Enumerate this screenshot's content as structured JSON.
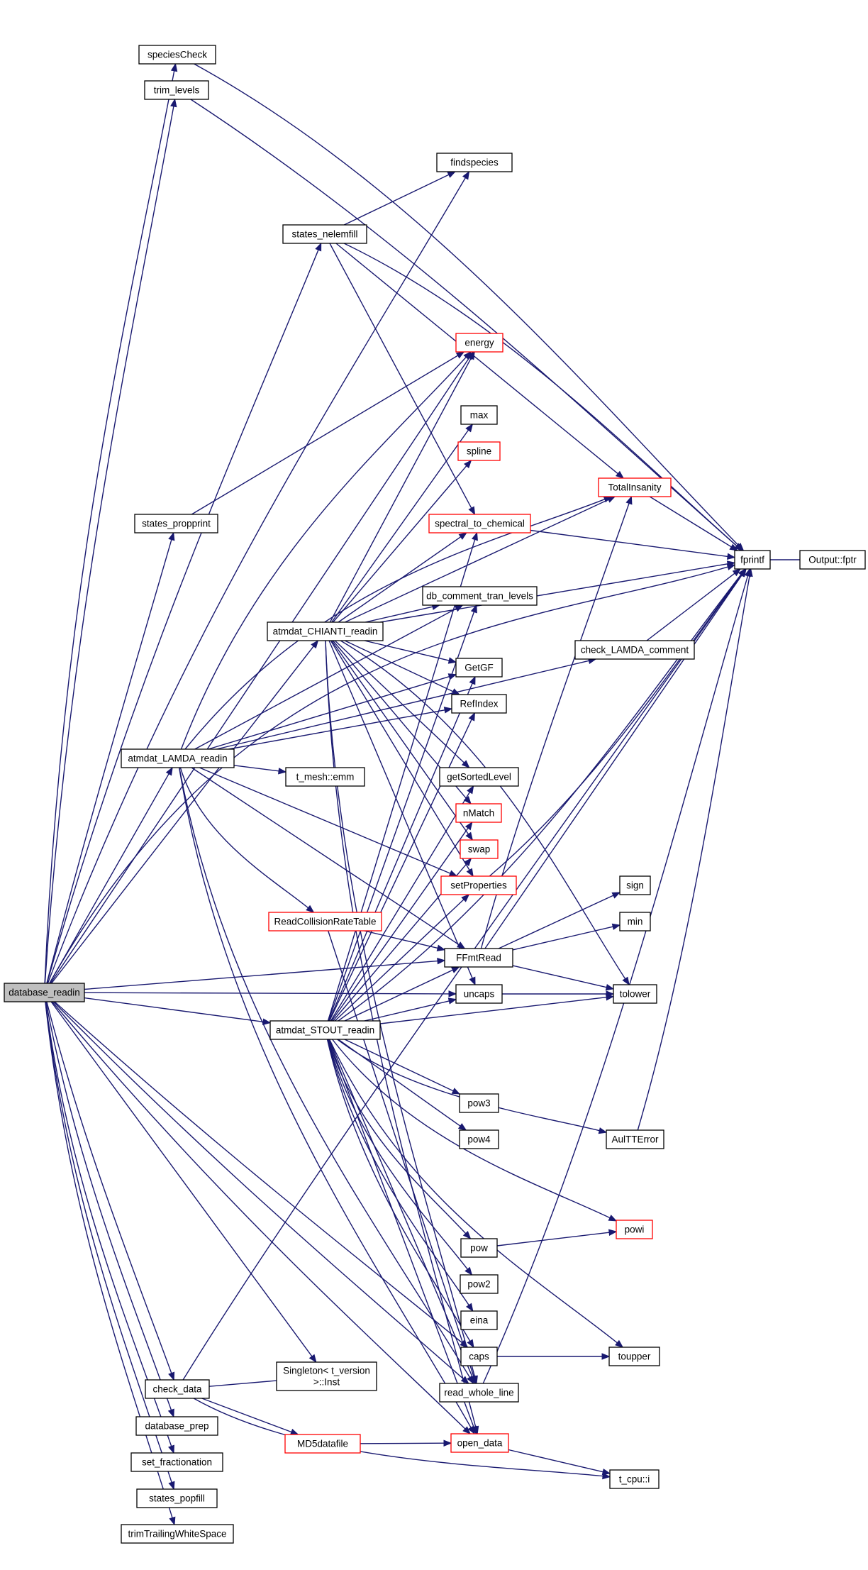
{
  "nodes": [
    {
      "id": "database_readin",
      "lines": [
        "database_readin"
      ],
      "root": true
    },
    {
      "id": "speciesCheck",
      "lines": [
        "speciesCheck"
      ]
    },
    {
      "id": "trim_levels",
      "lines": [
        "trim_levels"
      ]
    },
    {
      "id": "findspecies",
      "lines": [
        "findspecies"
      ]
    },
    {
      "id": "states_nelemfill",
      "lines": [
        "states_nelemfill"
      ]
    },
    {
      "id": "energy",
      "lines": [
        "energy"
      ],
      "red": true
    },
    {
      "id": "max",
      "lines": [
        "max"
      ]
    },
    {
      "id": "spline",
      "lines": [
        "spline"
      ],
      "red": true
    },
    {
      "id": "TotalInsanity",
      "lines": [
        "TotalInsanity"
      ],
      "red": true
    },
    {
      "id": "spectral_to_chemical",
      "lines": [
        "spectral_to_chemical"
      ],
      "red": true
    },
    {
      "id": "fprintf",
      "lines": [
        "fprintf"
      ]
    },
    {
      "id": "Output_fptr",
      "lines": [
        "Output::fptr"
      ]
    },
    {
      "id": "states_propprint",
      "lines": [
        "states_propprint"
      ]
    },
    {
      "id": "db_comment_tran_levels",
      "lines": [
        "db_comment_tran_levels"
      ]
    },
    {
      "id": "atmdat_CHIANTI_readin",
      "lines": [
        "atmdat_CHIANTI_readin"
      ]
    },
    {
      "id": "check_LAMDA_comment",
      "lines": [
        "check_LAMDA_comment"
      ]
    },
    {
      "id": "GetGF",
      "lines": [
        "GetGF"
      ]
    },
    {
      "id": "RefIndex",
      "lines": [
        "RefIndex"
      ]
    },
    {
      "id": "atmdat_LAMDA_readin",
      "lines": [
        "atmdat_LAMDA_readin"
      ]
    },
    {
      "id": "t_mesh_emm",
      "lines": [
        "t_mesh::emm"
      ]
    },
    {
      "id": "getSortedLevel",
      "lines": [
        "getSortedLevel"
      ]
    },
    {
      "id": "nMatch",
      "lines": [
        "nMatch"
      ],
      "red": true
    },
    {
      "id": "swap",
      "lines": [
        "swap"
      ],
      "red": true
    },
    {
      "id": "setProperties",
      "lines": [
        "setProperties"
      ],
      "red": true
    },
    {
      "id": "sign",
      "lines": [
        "sign"
      ]
    },
    {
      "id": "ReadCollisionRateTable",
      "lines": [
        "ReadCollisionRateTable"
      ],
      "red": true
    },
    {
      "id": "min",
      "lines": [
        "min"
      ]
    },
    {
      "id": "FFmtRead",
      "lines": [
        "FFmtRead"
      ]
    },
    {
      "id": "uncaps",
      "lines": [
        "uncaps"
      ]
    },
    {
      "id": "tolower",
      "lines": [
        "tolower"
      ]
    },
    {
      "id": "atmdat_STOUT_readin",
      "lines": [
        "atmdat_STOUT_readin"
      ]
    },
    {
      "id": "pow3",
      "lines": [
        "pow3"
      ]
    },
    {
      "id": "pow4",
      "lines": [
        "pow4"
      ]
    },
    {
      "id": "AulTTError",
      "lines": [
        "AulTTError"
      ]
    },
    {
      "id": "powi",
      "lines": [
        "powi"
      ],
      "red": true
    },
    {
      "id": "pow",
      "lines": [
        "pow"
      ]
    },
    {
      "id": "pow2",
      "lines": [
        "pow2"
      ]
    },
    {
      "id": "eina",
      "lines": [
        "eina"
      ]
    },
    {
      "id": "caps",
      "lines": [
        "caps"
      ]
    },
    {
      "id": "toupper",
      "lines": [
        "toupper"
      ]
    },
    {
      "id": "Singleton_Inst",
      "lines": [
        "Singleton< t_version",
        ">::Inst"
      ]
    },
    {
      "id": "check_data",
      "lines": [
        "check_data"
      ]
    },
    {
      "id": "read_whole_line",
      "lines": [
        "read_whole_line"
      ]
    },
    {
      "id": "database_prep",
      "lines": [
        "database_prep"
      ]
    },
    {
      "id": "MD5datafile",
      "lines": [
        "MD5datafile"
      ],
      "red": true
    },
    {
      "id": "open_data",
      "lines": [
        "open_data"
      ],
      "red": true
    },
    {
      "id": "set_fractionation",
      "lines": [
        "set_fractionation"
      ]
    },
    {
      "id": "t_cpu_i",
      "lines": [
        "t_cpu::i"
      ]
    },
    {
      "id": "states_popfill",
      "lines": [
        "states_popfill"
      ]
    },
    {
      "id": "trimTrailingWhiteSpace",
      "lines": [
        "trimTrailingWhiteSpace"
      ]
    }
  ],
  "edges": [
    [
      "database_readin",
      "speciesCheck"
    ],
    [
      "database_readin",
      "trim_levels"
    ],
    [
      "database_readin",
      "fprintf"
    ],
    [
      "database_readin",
      "findspecies"
    ],
    [
      "database_readin",
      "states_nelemfill"
    ],
    [
      "database_readin",
      "energy"
    ],
    [
      "database_readin",
      "states_propprint"
    ],
    [
      "database_readin",
      "atmdat_CHIANTI_readin"
    ],
    [
      "database_readin",
      "atmdat_LAMDA_readin"
    ],
    [
      "database_readin",
      "FFmtRead"
    ],
    [
      "database_readin",
      "uncaps"
    ],
    [
      "database_readin",
      "atmdat_STOUT_readin"
    ],
    [
      "database_readin",
      "Singleton_Inst"
    ],
    [
      "database_readin",
      "check_data"
    ],
    [
      "database_readin",
      "read_whole_line"
    ],
    [
      "database_readin",
      "open_data"
    ],
    [
      "database_readin",
      "database_prep"
    ],
    [
      "database_readin",
      "set_fractionation"
    ],
    [
      "database_readin",
      "states_popfill"
    ],
    [
      "database_readin",
      "trimTrailingWhiteSpace"
    ],
    [
      "database_readin",
      "caps"
    ],
    [
      "speciesCheck",
      "fprintf"
    ],
    [
      "trim_levels",
      "fprintf"
    ],
    [
      "states_nelemfill",
      "findspecies"
    ],
    [
      "states_nelemfill",
      "fprintf"
    ],
    [
      "states_nelemfill",
      "TotalInsanity"
    ],
    [
      "states_nelemfill",
      "spectral_to_chemical"
    ],
    [
      "states_propprint",
      "energy"
    ],
    [
      "TotalInsanity",
      "fprintf"
    ],
    [
      "spectral_to_chemical",
      "fprintf"
    ],
    [
      "fprintf",
      "Output_fptr"
    ],
    [
      "atmdat_CHIANTI_readin",
      "energy"
    ],
    [
      "atmdat_CHIANTI_readin",
      "max"
    ],
    [
      "atmdat_CHIANTI_readin",
      "spline"
    ],
    [
      "atmdat_CHIANTI_readin",
      "TotalInsanity"
    ],
    [
      "atmdat_CHIANTI_readin",
      "spectral_to_chemical"
    ],
    [
      "atmdat_CHIANTI_readin",
      "fprintf"
    ],
    [
      "atmdat_CHIANTI_readin",
      "db_comment_tran_levels"
    ],
    [
      "atmdat_CHIANTI_readin",
      "GetGF"
    ],
    [
      "atmdat_CHIANTI_readin",
      "RefIndex"
    ],
    [
      "atmdat_CHIANTI_readin",
      "getSortedLevel"
    ],
    [
      "atmdat_CHIANTI_readin",
      "nMatch"
    ],
    [
      "atmdat_CHIANTI_readin",
      "swap"
    ],
    [
      "atmdat_CHIANTI_readin",
      "setProperties"
    ],
    [
      "atmdat_CHIANTI_readin",
      "tolower"
    ],
    [
      "atmdat_CHIANTI_readin",
      "uncaps"
    ],
    [
      "atmdat_CHIANTI_readin",
      "read_whole_line"
    ],
    [
      "atmdat_CHIANTI_readin",
      "open_data"
    ],
    [
      "atmdat_LAMDA_readin",
      "energy"
    ],
    [
      "atmdat_LAMDA_readin",
      "TotalInsanity"
    ],
    [
      "atmdat_LAMDA_readin",
      "db_comment_tran_levels"
    ],
    [
      "atmdat_LAMDA_readin",
      "check_LAMDA_comment"
    ],
    [
      "atmdat_LAMDA_readin",
      "GetGF"
    ],
    [
      "atmdat_LAMDA_readin",
      "RefIndex"
    ],
    [
      "atmdat_LAMDA_readin",
      "t_mesh_emm"
    ],
    [
      "atmdat_LAMDA_readin",
      "setProperties"
    ],
    [
      "atmdat_LAMDA_readin",
      "ReadCollisionRateTable"
    ],
    [
      "atmdat_LAMDA_readin",
      "FFmtRead"
    ],
    [
      "atmdat_LAMDA_readin",
      "read_whole_line"
    ],
    [
      "atmdat_LAMDA_readin",
      "open_data"
    ],
    [
      "check_LAMDA_comment",
      "fprintf"
    ],
    [
      "setProperties",
      "fprintf"
    ],
    [
      "ReadCollisionRateTable",
      "FFmtRead"
    ],
    [
      "ReadCollisionRateTable",
      "read_whole_line"
    ],
    [
      "FFmtRead",
      "sign"
    ],
    [
      "FFmtRead",
      "min"
    ],
    [
      "FFmtRead",
      "tolower"
    ],
    [
      "FFmtRead",
      "fprintf"
    ],
    [
      "FFmtRead",
      "TotalInsanity"
    ],
    [
      "uncaps",
      "tolower"
    ],
    [
      "atmdat_STOUT_readin",
      "spectral_to_chemical"
    ],
    [
      "atmdat_STOUT_readin",
      "db_comment_tran_levels"
    ],
    [
      "atmdat_STOUT_readin",
      "GetGF"
    ],
    [
      "atmdat_STOUT_readin",
      "RefIndex"
    ],
    [
      "atmdat_STOUT_readin",
      "getSortedLevel"
    ],
    [
      "atmdat_STOUT_readin",
      "nMatch"
    ],
    [
      "atmdat_STOUT_readin",
      "swap"
    ],
    [
      "atmdat_STOUT_readin",
      "setProperties"
    ],
    [
      "atmdat_STOUT_readin",
      "FFmtRead"
    ],
    [
      "atmdat_STOUT_readin",
      "uncaps"
    ],
    [
      "atmdat_STOUT_readin",
      "tolower"
    ],
    [
      "atmdat_STOUT_readin",
      "fprintf"
    ],
    [
      "atmdat_STOUT_readin",
      "pow3"
    ],
    [
      "atmdat_STOUT_readin",
      "pow4"
    ],
    [
      "atmdat_STOUT_readin",
      "AulTTError"
    ],
    [
      "atmdat_STOUT_readin",
      "powi"
    ],
    [
      "atmdat_STOUT_readin",
      "pow"
    ],
    [
      "atmdat_STOUT_readin",
      "pow2"
    ],
    [
      "atmdat_STOUT_readin",
      "eina"
    ],
    [
      "atmdat_STOUT_readin",
      "caps"
    ],
    [
      "atmdat_STOUT_readin",
      "toupper"
    ],
    [
      "atmdat_STOUT_readin",
      "read_whole_line"
    ],
    [
      "atmdat_STOUT_readin",
      "open_data"
    ],
    [
      "AulTTError",
      "fprintf"
    ],
    [
      "pow",
      "powi"
    ],
    [
      "caps",
      "toupper"
    ],
    [
      "read_whole_line",
      "fprintf"
    ],
    [
      "check_data",
      "Singleton_Inst"
    ],
    [
      "check_data",
      "MD5datafile"
    ],
    [
      "check_data",
      "t_cpu_i"
    ],
    [
      "check_data",
      "fprintf"
    ],
    [
      "MD5datafile",
      "open_data"
    ],
    [
      "open_data",
      "t_cpu_i"
    ]
  ]
}
